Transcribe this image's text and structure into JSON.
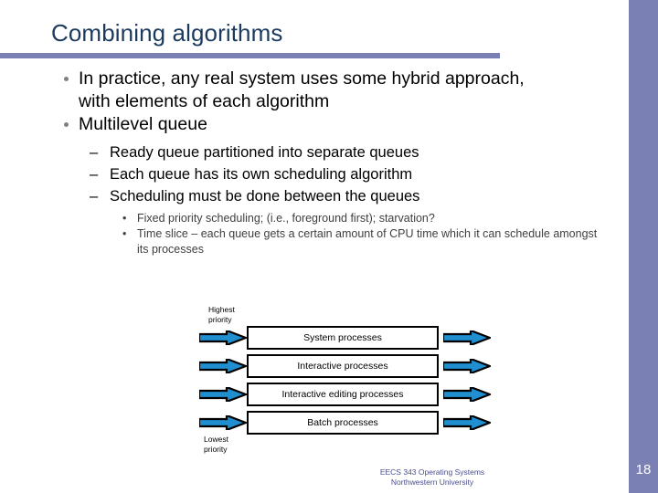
{
  "slide": {
    "title": "Combining algorithms",
    "number": "18",
    "accent_color": "#7b80b4",
    "title_color": "#1b3a5e",
    "arrow_color": "#1f8fd0"
  },
  "body": {
    "bullets": [
      {
        "level": 1,
        "text": "In practice, any real system uses some hybrid approach, with elements of each algorithm"
      },
      {
        "level": 1,
        "text": "Multilevel queue"
      },
      {
        "level": 2,
        "text": "Ready queue partitioned into separate queues"
      },
      {
        "level": 2,
        "text": "Each queue has its own scheduling algorithm"
      },
      {
        "level": 2,
        "text": "Scheduling must be done between the queues"
      },
      {
        "level": 3,
        "text": "Fixed priority scheduling; (i.e., foreground first); starvation?"
      },
      {
        "level": 3,
        "text": "Time slice – each queue gets a certain amount of CPU time which it can schedule amongst its processes"
      }
    ],
    "dash_marker": "–",
    "sub_marker": "•"
  },
  "diagram": {
    "highest_label": "Highest\npriority",
    "lowest_label": "Lowest\npriority",
    "queues": [
      {
        "label": "System processes"
      },
      {
        "label": "Interactive processes"
      },
      {
        "label": "Interactive editing processes"
      },
      {
        "label": "Batch processes"
      }
    ]
  },
  "footer": {
    "line1": "EECS 343 Operating Systems",
    "line2": "Northwestern University"
  }
}
